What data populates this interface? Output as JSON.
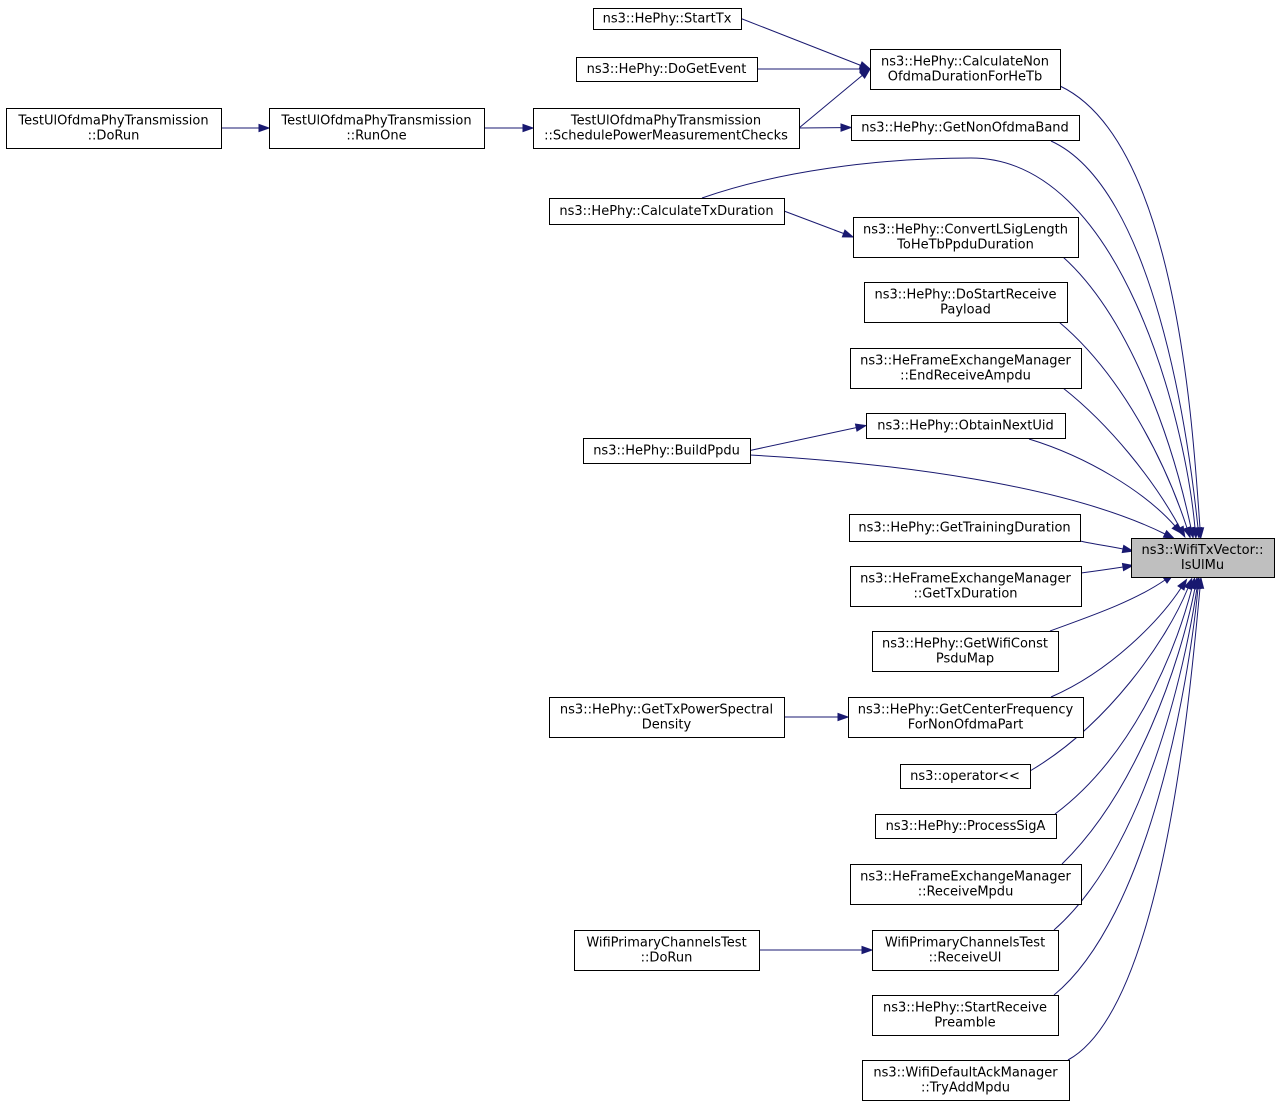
{
  "graph": {
    "root": "iul",
    "edge_color": "#191970",
    "root_fill": "#bfbfbf",
    "nodes": [
      {
        "id": "iul",
        "name": "node-wifitxvector-isulmu",
        "lines": [
          "ns3::WifiTxVector::",
          "IsUlMu"
        ]
      },
      {
        "id": "stx",
        "name": "node-hephy-starttx",
        "lines": [
          "ns3::HePhy::StartTx"
        ]
      },
      {
        "id": "dge",
        "name": "node-hephy-dogetevent",
        "lines": [
          "ns3::HePhy::DoGetEvent"
        ]
      },
      {
        "id": "tdr",
        "name": "node-testulofdma-dorun",
        "lines": [
          "TestUlOfdmaPhyTransmission",
          "::DoRun"
        ]
      },
      {
        "id": "tro",
        "name": "node-testulofdma-runone",
        "lines": [
          "TestUlOfdmaPhyTransmission",
          "::RunOne"
        ]
      },
      {
        "id": "tsp",
        "name": "node-testulofdma-schedulepowermeasurementchecks",
        "lines": [
          "TestUlOfdmaPhyTransmission",
          "::SchedulePowerMeasurementChecks"
        ]
      },
      {
        "id": "cnd",
        "name": "node-hephy-calculatenonofdmadurationforhetb",
        "lines": [
          "ns3::HePhy::CalculateNon",
          "OfdmaDurationForHeTb"
        ]
      },
      {
        "id": "gnb",
        "name": "node-hephy-getnonofdmaband",
        "lines": [
          "ns3::HePhy::GetNonOfdmaBand"
        ]
      },
      {
        "id": "ctd",
        "name": "node-hephy-calculatetxduration",
        "lines": [
          "ns3::HePhy::CalculateTxDuration"
        ]
      },
      {
        "id": "cls",
        "name": "node-hephy-convertlsiglengthtohetbppduduration",
        "lines": [
          "ns3::HePhy::ConvertLSigLength",
          "ToHeTbPpduDuration"
        ]
      },
      {
        "id": "dsr",
        "name": "node-hephy-dostartreceivepayload",
        "lines": [
          "ns3::HePhy::DoStartReceive",
          "Payload"
        ]
      },
      {
        "id": "era",
        "name": "node-heframeexchangemanager-endreceiveampdu",
        "lines": [
          "ns3::HeFrameExchangeManager",
          "::EndReceiveAmpdu"
        ]
      },
      {
        "id": "onu",
        "name": "node-hephy-obtainnextuid",
        "lines": [
          "ns3::HePhy::ObtainNextUid"
        ]
      },
      {
        "id": "bpp",
        "name": "node-hephy-buildppdu",
        "lines": [
          "ns3::HePhy::BuildPpdu"
        ]
      },
      {
        "id": "gtr",
        "name": "node-hephy-gettrainingduration",
        "lines": [
          "ns3::HePhy::GetTrainingDuration"
        ]
      },
      {
        "id": "gtd",
        "name": "node-heframeexchangemanager-gettxduration",
        "lines": [
          "ns3::HeFrameExchangeManager",
          "::GetTxDuration"
        ]
      },
      {
        "id": "gwc",
        "name": "node-hephy-getwificonstpsdumap",
        "lines": [
          "ns3::HePhy::GetWifiConst",
          "PsduMap"
        ]
      },
      {
        "id": "gtp",
        "name": "node-hephy-gettxpowerspectraldensity",
        "lines": [
          "ns3::HePhy::GetTxPowerSpectral",
          "Density"
        ]
      },
      {
        "id": "gcf",
        "name": "node-hephy-getcenterfrequencyfornonofdmapart",
        "lines": [
          "ns3::HePhy::GetCenterFrequency",
          "ForNonOfdmaPart"
        ]
      },
      {
        "id": "opr",
        "name": "node-operator-shift",
        "lines": [
          "ns3::operator<<"
        ]
      },
      {
        "id": "psa",
        "name": "node-hephy-processsiga",
        "lines": [
          "ns3::HePhy::ProcessSigA"
        ]
      },
      {
        "id": "rmp",
        "name": "node-heframeexchangemanager-receivempdu",
        "lines": [
          "ns3::HeFrameExchangeManager",
          "::ReceiveMpdu"
        ]
      },
      {
        "id": "wdr",
        "name": "node-wifiprimarychannelstest-dorun",
        "lines": [
          "WifiPrimaryChannelsTest",
          "::DoRun"
        ]
      },
      {
        "id": "wru",
        "name": "node-wifiprimarychannelstest-receiveul",
        "lines": [
          "WifiPrimaryChannelsTest",
          "::ReceiveUl"
        ]
      },
      {
        "id": "srp",
        "name": "node-hephy-startreceivepreamble",
        "lines": [
          "ns3::HePhy::StartReceive",
          "Preamble"
        ]
      },
      {
        "id": "tam",
        "name": "node-wifidefaultackmanager-tryaddmpdu",
        "lines": [
          "ns3::WifiDefaultAckManager",
          "::TryAddMpdu"
        ]
      }
    ],
    "edges": [
      {
        "from": "stx",
        "to": "cnd"
      },
      {
        "from": "dge",
        "to": "cnd"
      },
      {
        "from": "tdr",
        "to": "tro"
      },
      {
        "from": "tro",
        "to": "tsp"
      },
      {
        "from": "tsp",
        "to": "cnd"
      },
      {
        "from": "tsp",
        "to": "gnb"
      },
      {
        "from": "ctd",
        "to": "cls"
      },
      {
        "from": "bpp",
        "to": "onu"
      },
      {
        "from": "gtp",
        "to": "gcf"
      },
      {
        "from": "wdr",
        "to": "wru"
      },
      {
        "from": "cnd",
        "to": "iul"
      },
      {
        "from": "gnb",
        "to": "iul"
      },
      {
        "from": "ctd",
        "to": "iul"
      },
      {
        "from": "cls",
        "to": "iul"
      },
      {
        "from": "dsr",
        "to": "iul"
      },
      {
        "from": "era",
        "to": "iul"
      },
      {
        "from": "onu",
        "to": "iul"
      },
      {
        "from": "bpp",
        "to": "iul"
      },
      {
        "from": "gtr",
        "to": "iul"
      },
      {
        "from": "gtd",
        "to": "iul"
      },
      {
        "from": "gwc",
        "to": "iul"
      },
      {
        "from": "gcf",
        "to": "iul"
      },
      {
        "from": "opr",
        "to": "iul"
      },
      {
        "from": "psa",
        "to": "iul"
      },
      {
        "from": "rmp",
        "to": "iul"
      },
      {
        "from": "wru",
        "to": "iul"
      },
      {
        "from": "srp",
        "to": "iul"
      },
      {
        "from": "tam",
        "to": "iul"
      }
    ]
  }
}
